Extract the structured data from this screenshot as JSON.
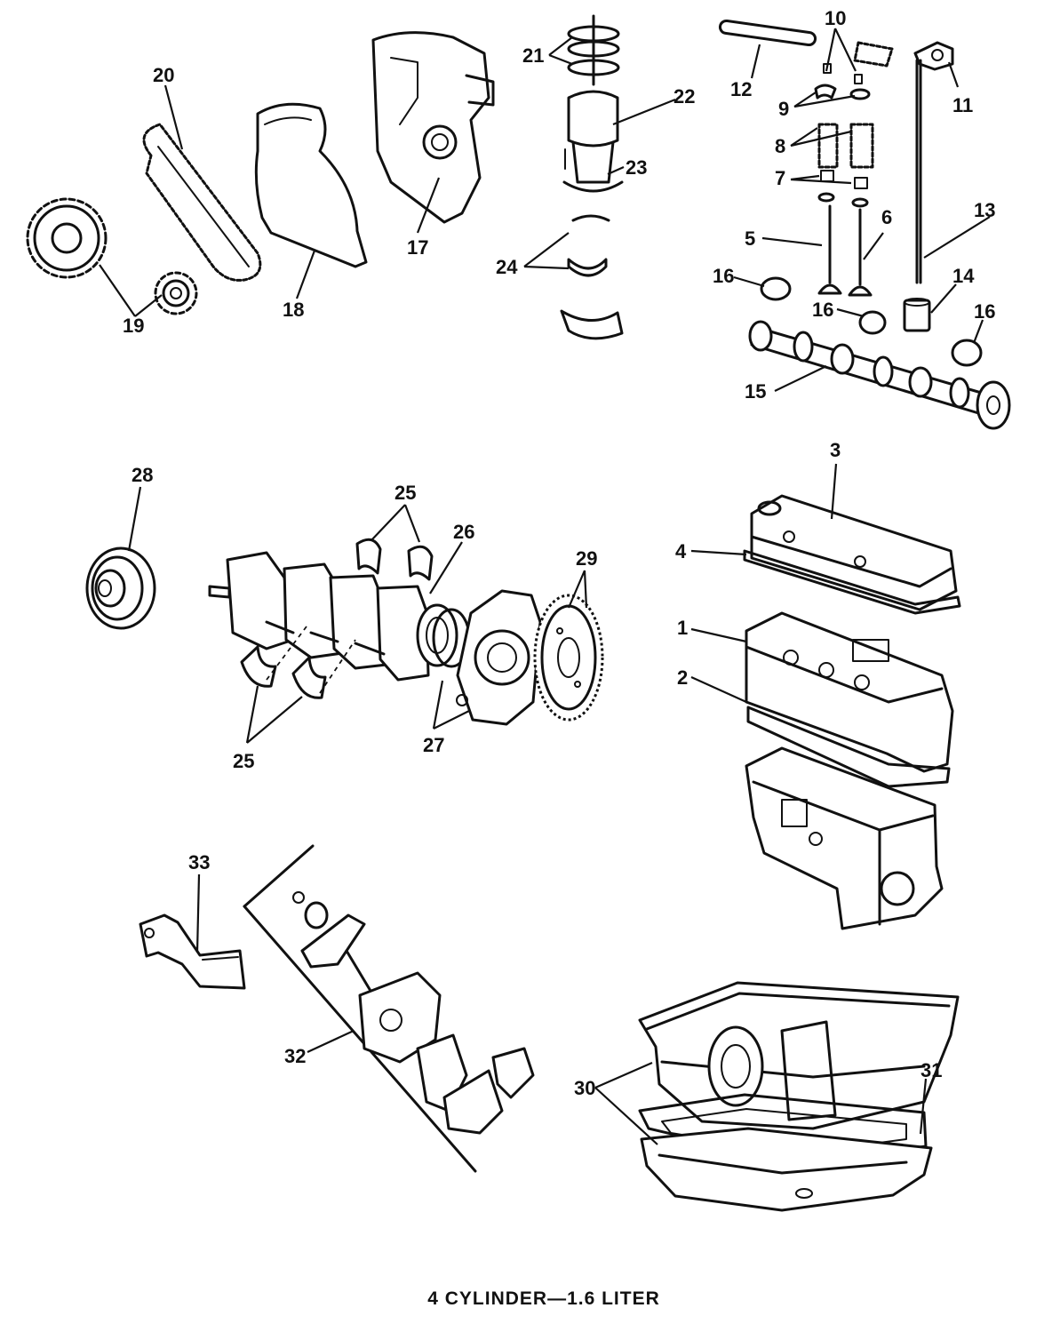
{
  "caption": "4 CYLINDER—1.6 LITER",
  "callouts": {
    "c1": "1",
    "c2": "2",
    "c3": "3",
    "c4": "4",
    "c5": "5",
    "c6": "6",
    "c7": "7",
    "c8": "8",
    "c9": "9",
    "c10": "10",
    "c11": "11",
    "c12": "12",
    "c13": "13",
    "c14": "14",
    "c15": "15",
    "c16": "16",
    "c17": "17",
    "c18": "18",
    "c19": "19",
    "c20": "20",
    "c21": "21",
    "c22": "22",
    "c23": "23",
    "c24": "24",
    "c25": "25",
    "c26": "26",
    "c27": "27",
    "c28": "28",
    "c29": "29",
    "c30": "30",
    "c31": "31",
    "c32": "32",
    "c33": "33"
  }
}
